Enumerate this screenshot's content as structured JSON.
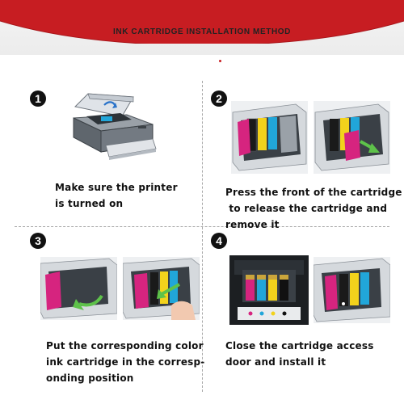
{
  "header": {
    "title": "INK CARTRIDGE INSTALLATION METHOD"
  },
  "steps": [
    {
      "number": "1",
      "lines": [
        "Make sure the printer",
        "is turned on"
      ]
    },
    {
      "number": "2",
      "lines": [
        "Press the front of the cartridge",
        " to release the cartridge and",
        "remove it"
      ]
    },
    {
      "number": "3",
      "lines": [
        "Put the corresponding color",
        "ink cartridge in the corresp-",
        "onding position"
      ]
    },
    {
      "number": "4",
      "lines": [
        "Close the cartridge access",
        "door and install it"
      ]
    }
  ],
  "colors": {
    "header_red": "#c71d22",
    "cyan": "#21a6d9",
    "magenta": "#d6247f",
    "yellow": "#f2d21c",
    "black": "#1a1a1a",
    "arrow_green": "#5ec24a"
  },
  "icons": [
    "printer-illustration",
    "cartridge-removal-illustration",
    "cartridge-insert-illustration",
    "access-door-illustration",
    "arrow-icon"
  ]
}
